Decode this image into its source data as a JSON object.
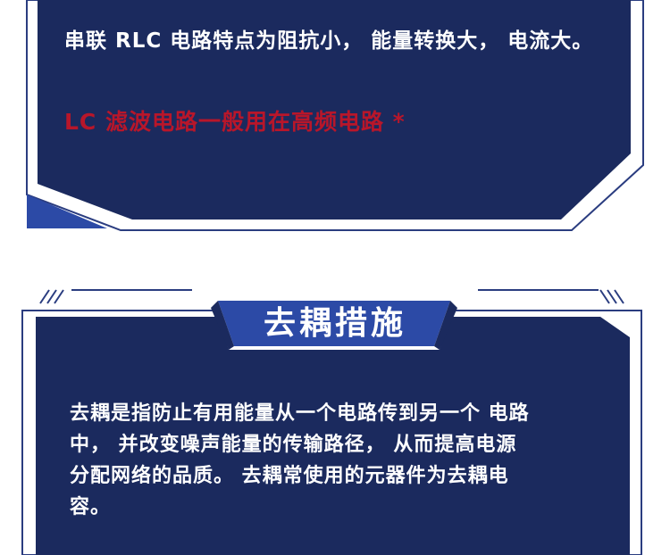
{
  "top_card": {
    "statement": "串联 RLC 电路特点为阻抗小， 能量转换大， 电流大。",
    "note": "LC 滤波电路一般用在高频电路 *"
  },
  "decoupling_section": {
    "title": "去耦措施",
    "paragraph_lines": [
      "去耦是指防止有用能量从一个电路传到另一个 电路",
      "中， 并改变噪声能量的传输路径， 从而提高电源",
      "分配网络的品质。 去耦常使用的元器件为去耦电",
      "容。"
    ]
  },
  "colors": {
    "navy": "#1b2a5e",
    "accent_blue": "#2c4aa6",
    "highlight_red": "#b8162a",
    "frame_line": "#2b3d80"
  }
}
